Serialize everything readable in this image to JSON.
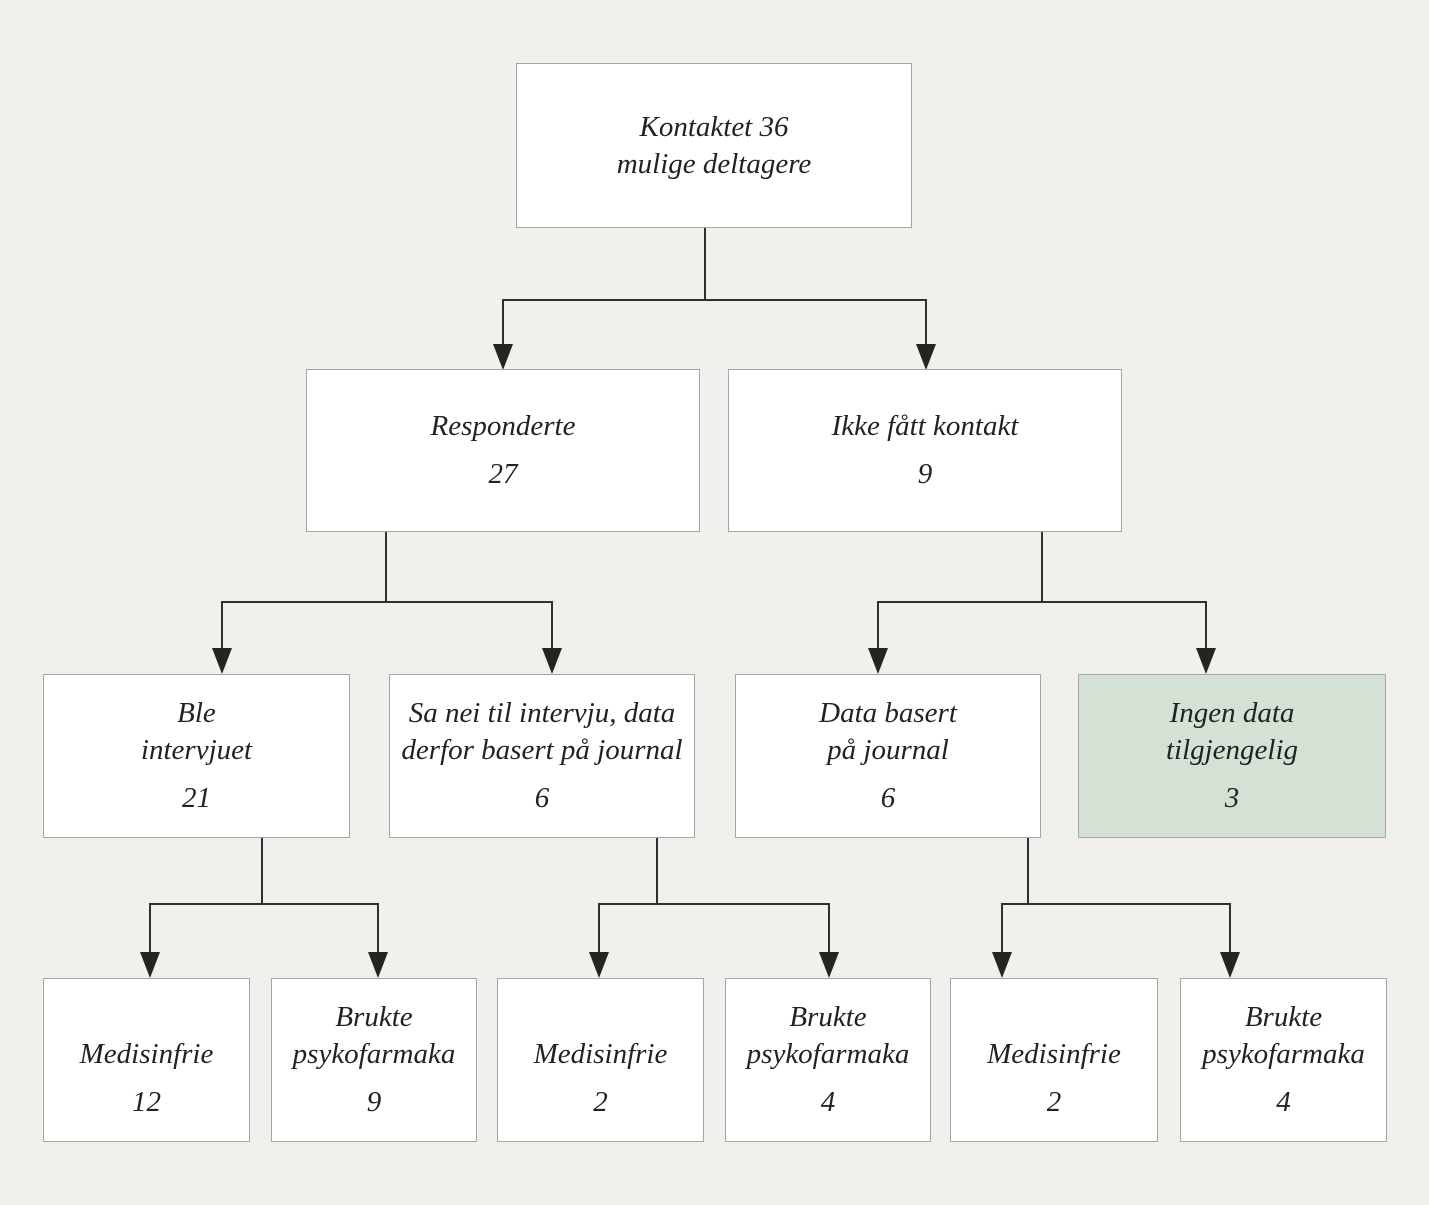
{
  "colors": {
    "background": "#f1f0ed",
    "box_fill": "#ffffff",
    "box_border": "#a7a6a4",
    "highlight_fill": "#d4e2d5",
    "line": "#30302e",
    "arrow": "#242421",
    "text": "#23221f"
  },
  "diagram": {
    "type": "flowchart",
    "language": "Norwegian",
    "nodes": {
      "kontaktet": {
        "line1": "Kontaktet 36",
        "line2": "mulige deltagere"
      },
      "responderte": {
        "line1": "Responderte",
        "value": 27
      },
      "ikke_kontakt": {
        "line1": "Ikke fått kontakt",
        "value": 9
      },
      "ble_intervjuet": {
        "line1": "Ble",
        "line2": "intervjuet",
        "value": 21
      },
      "sa_nei": {
        "line1": "Sa nei til intervju, data",
        "line2": "derfor basert på journal",
        "value": 6
      },
      "data_journal": {
        "line1": "Data basert",
        "line2": "på journal",
        "value": 6
      },
      "ingen_data": {
        "line1": "Ingen data",
        "line2": "tilgjengelig",
        "value": 3,
        "highlighted": true
      },
      "medisinfrie_1": {
        "line1": "Medisinfrie",
        "value": 12
      },
      "psykofarmaka_1": {
        "line1": "Brukte",
        "line2": "psykofarmaka",
        "value": 9
      },
      "medisinfrie_2": {
        "line1": "Medisinfrie",
        "value": 2
      },
      "psykofarmaka_2": {
        "line1": "Brukte",
        "line2": "psykofarmaka",
        "value": 4
      },
      "medisinfrie_3": {
        "line1": "Medisinfrie",
        "value": 2
      },
      "psykofarmaka_3": {
        "line1": "Brukte",
        "line2": "psykofarmaka",
        "value": 4
      }
    },
    "edges": [
      [
        "kontaktet",
        "responderte"
      ],
      [
        "kontaktet",
        "ikke_kontakt"
      ],
      [
        "responderte",
        "ble_intervjuet"
      ],
      [
        "responderte",
        "sa_nei"
      ],
      [
        "ikke_kontakt",
        "data_journal"
      ],
      [
        "ikke_kontakt",
        "ingen_data"
      ],
      [
        "ble_intervjuet",
        "medisinfrie_1"
      ],
      [
        "ble_intervjuet",
        "psykofarmaka_1"
      ],
      [
        "sa_nei",
        "medisinfrie_2"
      ],
      [
        "sa_nei",
        "psykofarmaka_2"
      ],
      [
        "data_journal",
        "medisinfrie_3"
      ],
      [
        "data_journal",
        "psykofarmaka_3"
      ]
    ]
  }
}
